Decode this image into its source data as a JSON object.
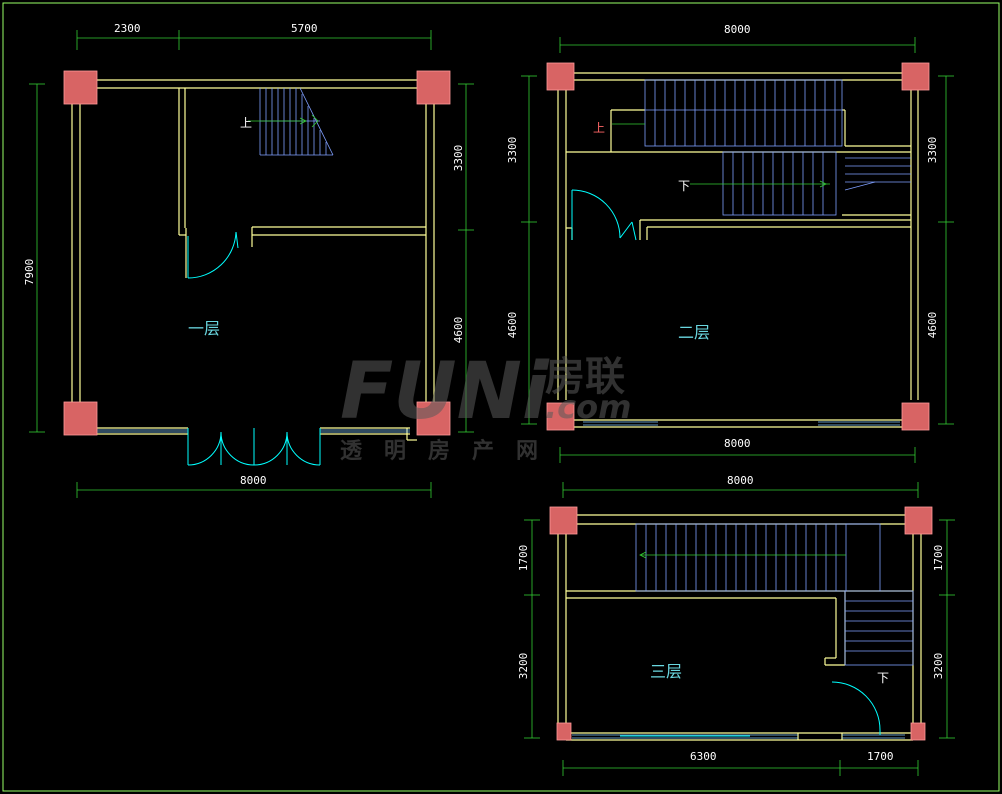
{
  "floors": [
    {
      "label": "一层",
      "stair_label": "上",
      "dims_top": [
        "2300",
        "5700"
      ],
      "dims_bottom": [
        "8000"
      ],
      "dims_left": [
        "7900"
      ],
      "dims_right": [
        "3300",
        "4600"
      ]
    },
    {
      "label": "二层",
      "stair_labels": [
        "上",
        "下"
      ],
      "dims_top": [
        "8000"
      ],
      "dims_bottom": [
        "8000"
      ],
      "dims_left": [
        "3300",
        "4600"
      ],
      "dims_right": [
        "3300",
        "4600"
      ]
    },
    {
      "label": "三层",
      "stair_label": "下",
      "dims_top": [
        "8000"
      ],
      "dims_bottom": [
        "6300",
        "1700"
      ],
      "dims_left": [
        "1700",
        "3200"
      ],
      "dims_right": [
        "1700",
        "3200"
      ]
    }
  ],
  "watermark": {
    "brand": "FUNi",
    "brand_cn": "房联",
    "domain": ".com",
    "tagline": "透明房产网"
  },
  "colors": {
    "wall": "#ffff99",
    "column": "#d86464",
    "dimension": "#33cc33",
    "stair": "#7f9fff",
    "door": "#00ffff",
    "border": "#99ff66"
  }
}
